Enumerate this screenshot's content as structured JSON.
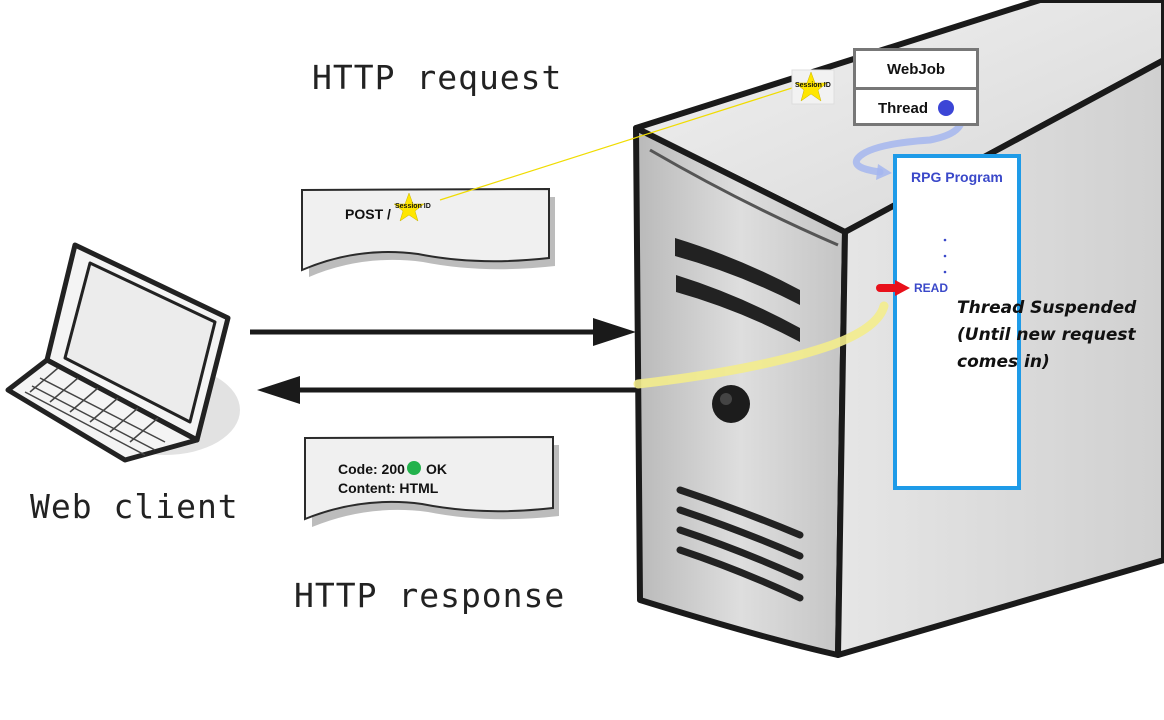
{
  "labels": {
    "http_request": "HTTP request",
    "http_response": "HTTP response",
    "web_client": "Web client"
  },
  "request_doc": {
    "text": "POST /",
    "session_label": "Session ID"
  },
  "response_doc": {
    "line1_prefix": "Code: 200",
    "line1_suffix": "OK",
    "line2": "Content: HTML"
  },
  "server": {
    "session_tag": "Session ID",
    "webjob": "WebJob",
    "thread": "Thread",
    "rpg_program": "RPG Program",
    "read": "READ",
    "suspended_lines": [
      "Thread Suspended",
      "(Until new request",
      "comes in)"
    ]
  },
  "colors": {
    "rpg_border": "#1e9be8",
    "rpg_text": "#3a48c9",
    "thread_dot": "#3b45d6",
    "ok_dot": "#22b24c",
    "read_arrow": "#e8101a",
    "star": "#ffe600",
    "session_line": "#f0dc00"
  },
  "icons": [
    "laptop-icon",
    "server-icon",
    "star-icon",
    "arrow-right-icon",
    "arrow-left-icon"
  ]
}
